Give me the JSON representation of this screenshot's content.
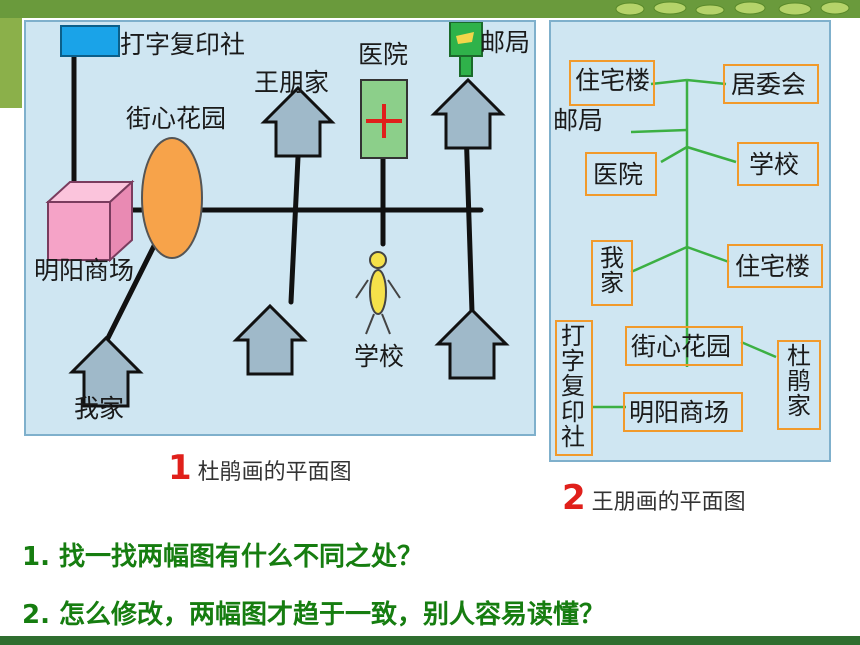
{
  "map1": {
    "labels": {
      "print_shop": "打字复印社",
      "post_office": "邮局",
      "hospital": "医院",
      "wang_home": "王朋家",
      "garden": "街心花园",
      "mall": "明阳商场",
      "school": "学校",
      "my_home": "我家"
    },
    "caption_num": "1",
    "caption": "杜鹃画的平面图"
  },
  "map2": {
    "labels": {
      "residential_top": "住宅楼",
      "committee": "居委会",
      "post_office": "邮局",
      "hospital": "医院",
      "school": "学校",
      "my_home": "我家",
      "residential_mid": "住宅楼",
      "print_shop": "打字复印社",
      "garden": "街心花园",
      "du_home": "杜鹃家",
      "mall": "明阳商场"
    },
    "caption_num": "2",
    "caption": "王朋画的平面图"
  },
  "questions": [
    "1. 找一找两幅图有什么不同之处？",
    "2. 怎么修改，两幅图才趋于一致，别人容易读懂？"
  ],
  "colors": {
    "panel_bg": "#cfe6f2",
    "house": "#9fb9c9",
    "road": "#111111",
    "tree_line": "#3cb043",
    "box_border": "#f19a2c",
    "question_text": "#167d10",
    "caption_num": "#e0201b"
  }
}
